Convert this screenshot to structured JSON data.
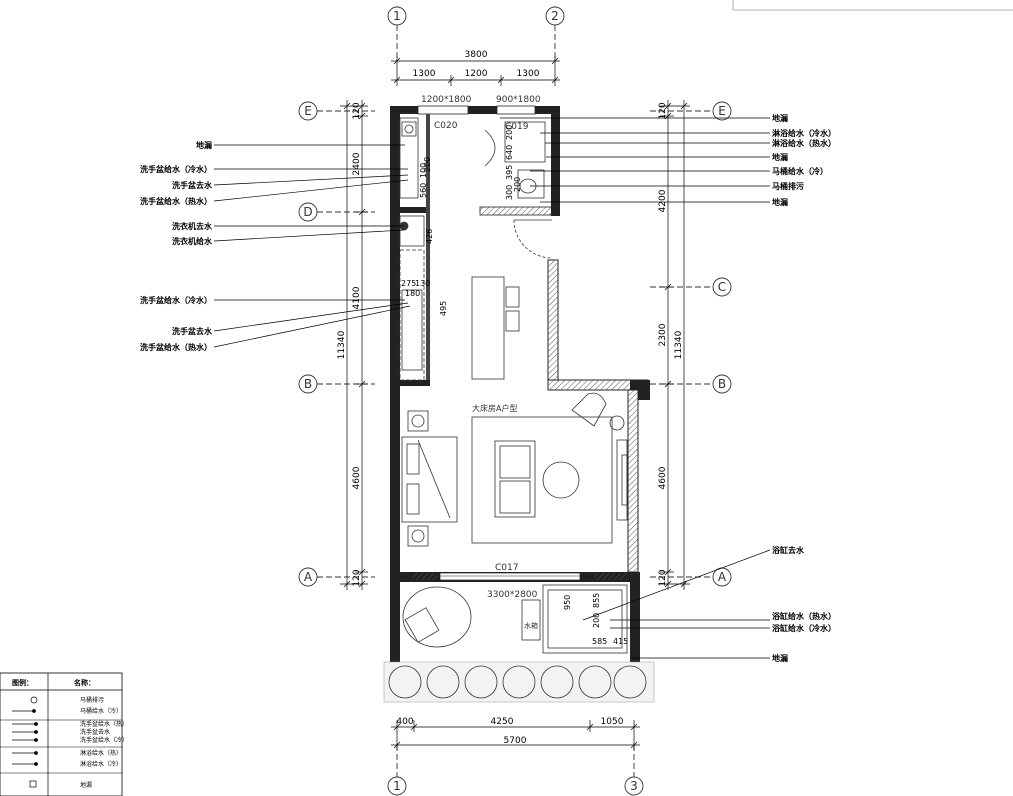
{
  "grid_axes": {
    "top": [
      "1",
      "2"
    ],
    "bottom": [
      "1",
      "3"
    ],
    "left": [
      "E",
      "D",
      "B",
      "A"
    ],
    "right": [
      "E",
      "C",
      "B",
      "A"
    ]
  },
  "dimensions": {
    "top_total": "3800",
    "top_segments": [
      "1300",
      "1200",
      "1300"
    ],
    "bottom_total": "5700",
    "bottom_segments": [
      "400",
      "4250",
      "1050"
    ],
    "left_total": "11340",
    "left_segments": [
      "120",
      "2400",
      "4100",
      "4600",
      "120"
    ],
    "right_total": "11340",
    "right_segments": [
      "120",
      "4200",
      "2300",
      "4600",
      "120"
    ]
  },
  "openings": {
    "window_1": "1200*1800",
    "window_2": "900*1800",
    "code_c020": "C020",
    "code_c019": "C019",
    "code_c017": "C017",
    "window_3": "3300*2800"
  },
  "room_label": "大床房A户型",
  "bath_label": "水箱",
  "inner_dims": {
    "toilet_a": "200",
    "toilet_b": "640",
    "toilet_c": "395",
    "toilet_d": "300",
    "toilet_e": "200",
    "basin_a": "560",
    "basin_b": "100",
    "basin_c": "200",
    "washer": "426",
    "basin2_a": "275",
    "basin2_b": "130",
    "basin2_c": "180",
    "table": "495",
    "tub_a": "950",
    "tub_b": "855",
    "tub_c": "200",
    "tub_d": "585",
    "tub_e": "415"
  },
  "left_labels": [
    "地漏",
    "洗手盆给水（冷水）",
    "洗手盆去水",
    "洗手盆给水（热水）",
    "洗衣机去水",
    "洗衣机给水",
    "洗手盆给水（冷水）",
    "洗手盆去水",
    "洗手盆给水（热水）"
  ],
  "right_labels": [
    "地漏",
    "淋浴给水（冷水）",
    "淋浴给水（热水）",
    "地漏",
    "马桶给水（冷）",
    "马桶排污",
    "地漏",
    "浴缸去水",
    "浴缸给水（热水）",
    "浴缸给水（冷水）",
    "地漏"
  ],
  "legend": {
    "head_symbol": "图例：",
    "head_name": "名称：",
    "rows": [
      "马桶排污",
      "马桶给水（冷）",
      "洗手盆给水（热）",
      "洗手盆去水",
      "洗手盆给水（冷）",
      "淋浴给水（热）",
      "淋浴给水（冷）",
      "地漏"
    ]
  }
}
